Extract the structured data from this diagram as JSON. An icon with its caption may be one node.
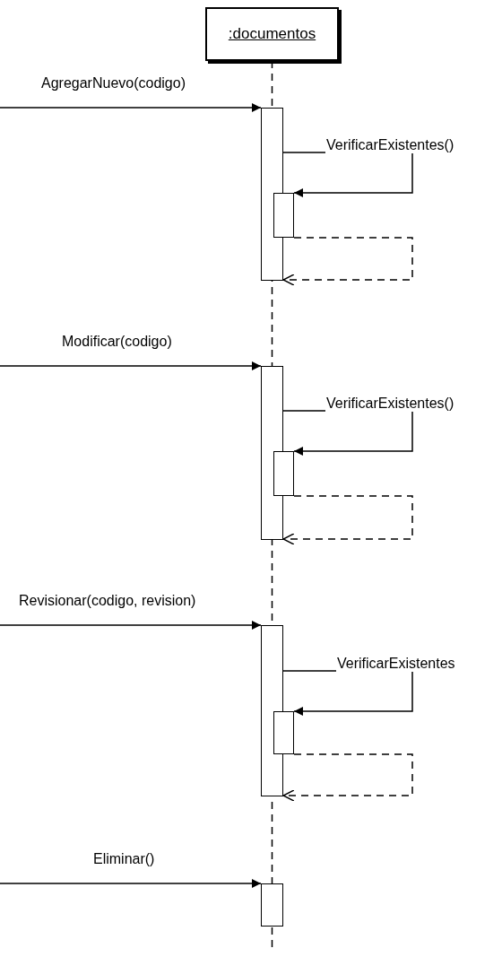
{
  "diagram": {
    "nodes": [
      {
        "text": [
          ":documentos"
        ]
      },
      {
        "text": [],
        "shape": "bar"
      },
      {
        "text": [],
        "shape": "bar"
      },
      {
        "text": [],
        "shape": "bar"
      },
      {
        "text": [],
        "shape": "bar"
      },
      {
        "text": [],
        "shape": "bar"
      },
      {
        "text": [],
        "shape": "bar"
      },
      {
        "text": [],
        "shape": "bar"
      }
    ],
    "edges": [
      {
        "from": null,
        "to": 1,
        "arrow": "to",
        "label": "AgregarNuevo(codigo)"
      },
      {
        "from": 1,
        "to": 2,
        "arrow": "to",
        "label": "VerificarExistentes()"
      },
      {
        "from": 2,
        "to": 1,
        "arrow": "to",
        "style": "dashed"
      },
      {
        "from": null,
        "to": 3,
        "arrow": "to",
        "label": "Modificar(codigo)"
      },
      {
        "from": 3,
        "to": 4,
        "arrow": "to",
        "label": "VerificarExistentes()"
      },
      {
        "from": 4,
        "to": 3,
        "arrow": "to",
        "style": "dashed"
      },
      {
        "from": null,
        "to": 5,
        "arrow": "to",
        "label": "Revisionar(codigo, revision)"
      },
      {
        "from": 5,
        "to": 6,
        "arrow": "to",
        "label": "VerificarExistentes"
      },
      {
        "from": 6,
        "to": 5,
        "arrow": "to",
        "style": "dashed"
      },
      {
        "from": null,
        "to": 7,
        "arrow": "to",
        "label": "Eliminar()"
      }
    ]
  }
}
